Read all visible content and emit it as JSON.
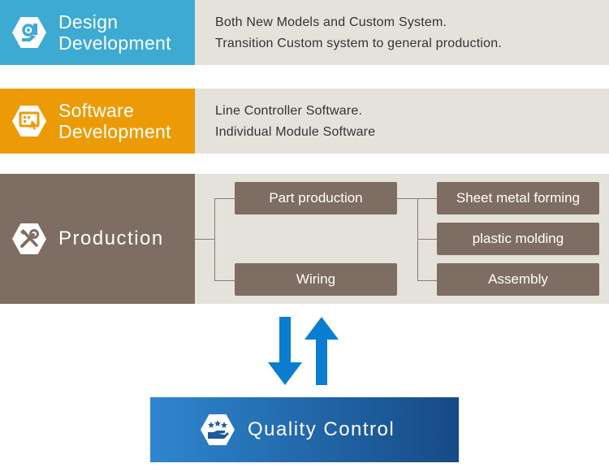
{
  "rows": [
    {
      "title_line1": "Design",
      "title_line2": "Development",
      "color": "#3daad2",
      "icon": "gear-hand-icon",
      "lines": [
        "Both New Models and Custom System.",
        "Transition Custom system to general production."
      ]
    },
    {
      "title_line1": "Software",
      "title_line2": "Development",
      "color": "#ec9b06",
      "icon": "software-screen-icon",
      "lines": [
        "Line Controller Software.",
        "Individual Module Software"
      ]
    }
  ],
  "production": {
    "title": "Production",
    "color": "#7e6d62",
    "icon": "wrench-screwdriver-icon",
    "branches": {
      "part_production": "Part production",
      "wiring": "Wiring",
      "sheet_metal": "Sheet metal forming",
      "plastic_molding": "plastic molding",
      "assembly": "Assembly"
    }
  },
  "arrows": {
    "color": "#0b7dd1",
    "icon": "bidirectional-arrows-icon"
  },
  "quality_control": {
    "title": "Quality Control",
    "icon": "stars-hand-icon"
  }
}
